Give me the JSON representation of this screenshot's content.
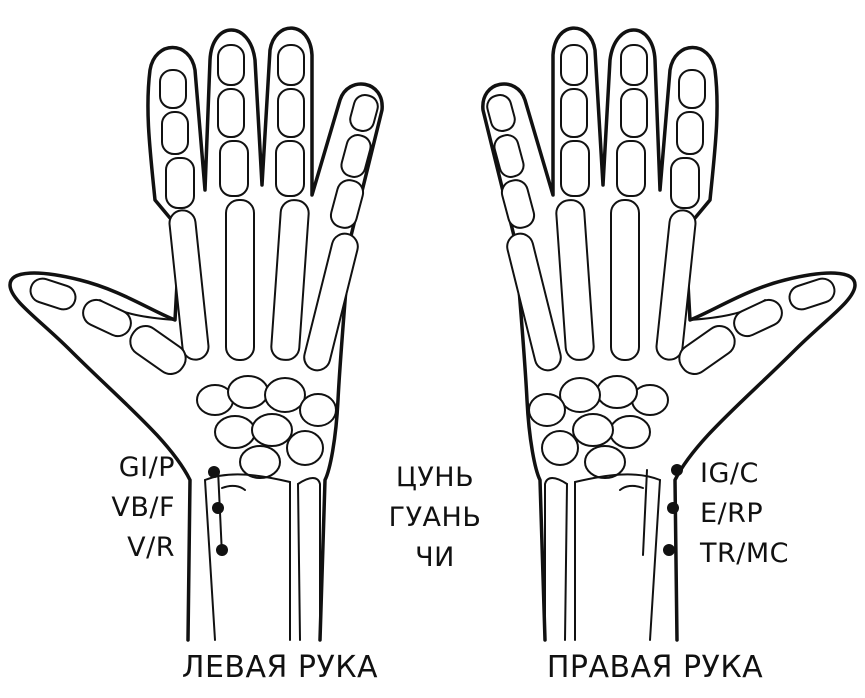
{
  "left_hand": {
    "caption": "ЛЕВАЯ РУКА",
    "pulse_labels": [
      "GI/P",
      "VB/F",
      "V/R"
    ]
  },
  "right_hand": {
    "caption": "ПРАВАЯ РУКА",
    "pulse_labels": [
      "IG/C",
      "E/RP",
      "TR/MC"
    ]
  },
  "positions": [
    "ЦУНЬ",
    "ГУАНЬ",
    "ЧИ"
  ],
  "colors": {
    "ink": "#111111",
    "paper": "#ffffff"
  }
}
